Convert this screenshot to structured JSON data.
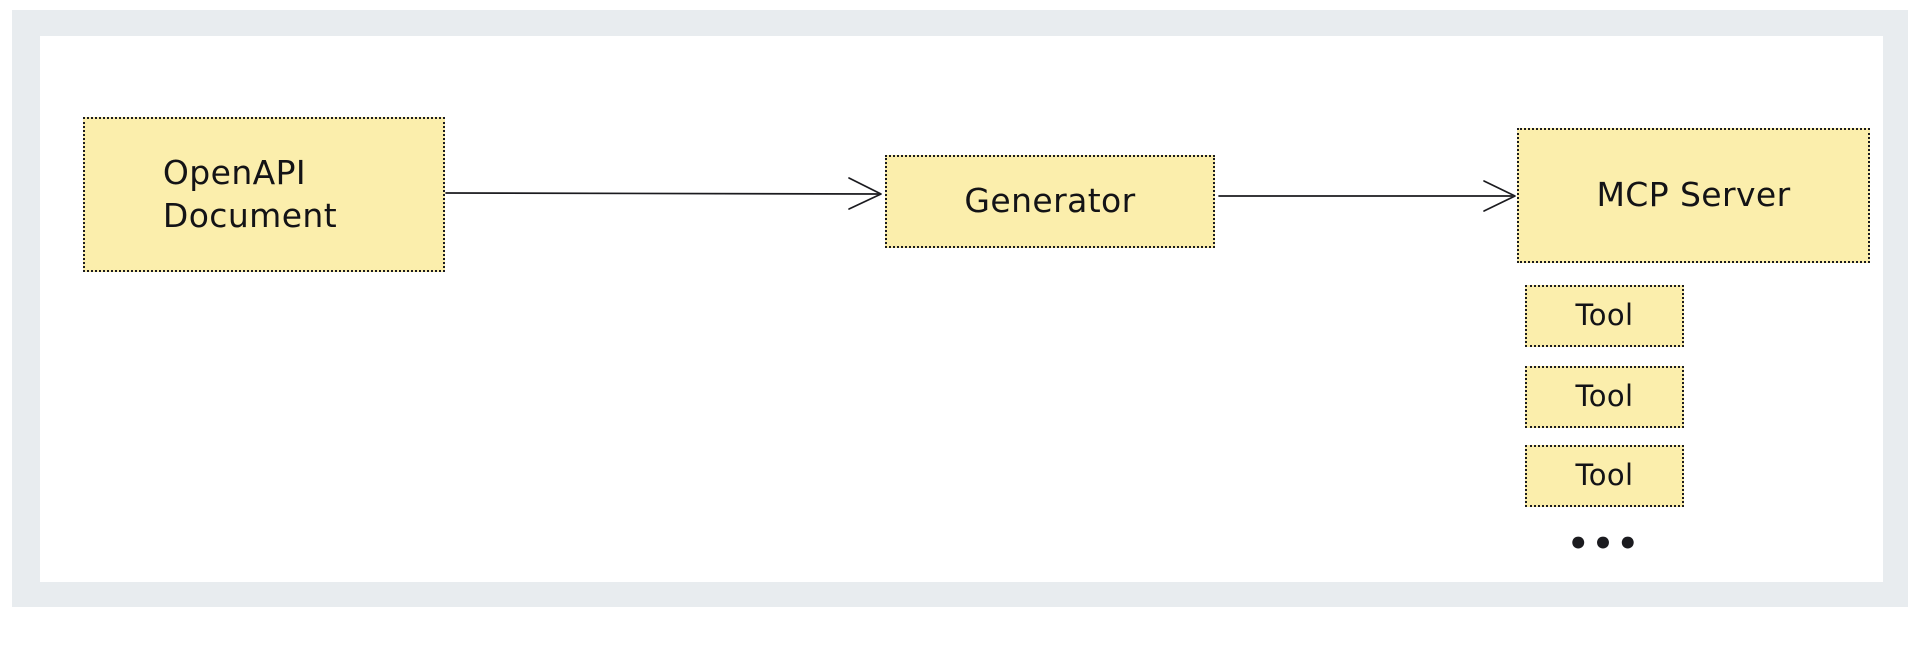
{
  "canvas": {
    "background_color": "#ffffff",
    "frame_color": "#e8ecef"
  },
  "style": {
    "node_fill": "#fbeeac",
    "node_stroke": "#1b1b1f",
    "text_color": "#131316",
    "arrow_color": "#1b1b1f",
    "border_style": "dotted"
  },
  "diagram": {
    "type": "flow",
    "nodes": [
      {
        "id": "openapi",
        "label": "OpenAPI\nDocument"
      },
      {
        "id": "generator",
        "label": "Generator"
      },
      {
        "id": "mcpserver",
        "label": "MCP Server"
      }
    ],
    "tools": [
      {
        "label": "Tool"
      },
      {
        "label": "Tool"
      },
      {
        "label": "Tool"
      }
    ],
    "ellipsis": "•••",
    "edges": [
      {
        "from": "openapi",
        "to": "generator",
        "label": ""
      },
      {
        "from": "generator",
        "to": "mcpserver",
        "label": ""
      }
    ]
  }
}
